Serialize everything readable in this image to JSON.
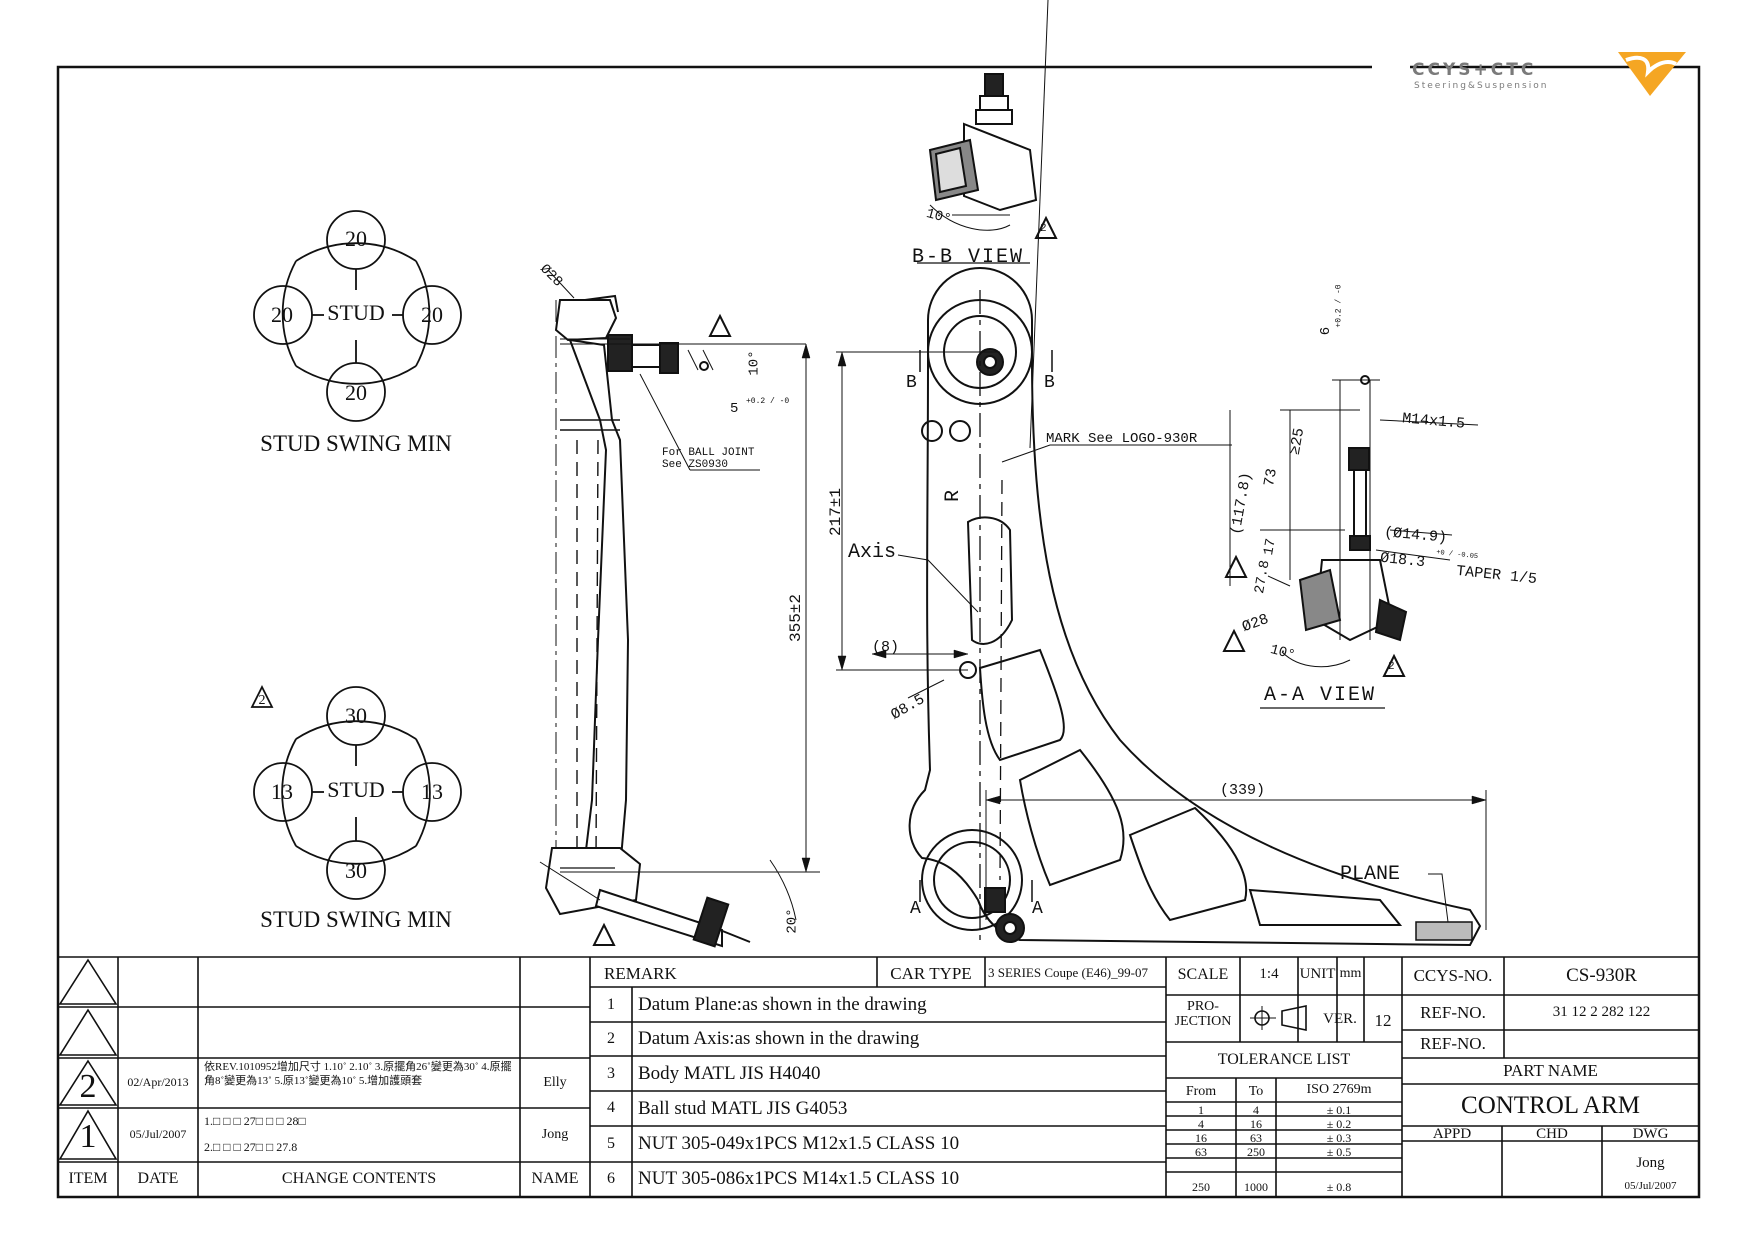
{
  "logo": {
    "text": "CCYS+CTC",
    "tagline": "Steering&Suspension",
    "accent": "#f5a623",
    "text_color": "#7a7a7a"
  },
  "stud_swing_1": {
    "center": "STUD",
    "top": "20",
    "left": "20",
    "right": "20",
    "bottom": "20",
    "caption": "STUD SWING MIN"
  },
  "stud_swing_2": {
    "center": "STUD",
    "top": "30",
    "left": "13",
    "right": "13",
    "bottom": "30",
    "caption": "STUD SWING MIN",
    "rev": "2"
  },
  "views": {
    "bb": "B-B VIEW",
    "aa": "A-A VIEW",
    "rev_bb": "2",
    "rev_aa": "2"
  },
  "dims": {
    "d28_top": "Ø28",
    "deg10_side": "10°",
    "dim5": "5",
    "tol5": "+0.2 / -0",
    "ball_joint_note_1": "For BALL JOINT",
    "ball_joint_note_2": "See ZS0930",
    "deg20_bottom": "20°",
    "d355": "355±2",
    "d217": "217±1",
    "axis": "Axis",
    "mark": "MARK See LOGO-930R",
    "r": "R",
    "b_left": "B",
    "b_right": "B",
    "a_left": "A",
    "a_right": "A",
    "d8": "(8)",
    "d85": "Ø8.5",
    "d339": "(339)",
    "plane": "PLANE",
    "bb_deg": "10°",
    "aa_deg": "10°",
    "d6": "6",
    "tol6": "+0.2 / -0",
    "m14": "M14x1.5",
    "d25": "≥25",
    "d73": "73",
    "d1178": "(117.8)",
    "d278": "27.8",
    "d17": "17",
    "d149": "(Ø14.9)",
    "d183": "Ø18.3",
    "tol183": "+0 / -0.05",
    "taper": "TAPER 1/5",
    "d28_aa": "Ø28"
  },
  "revisions": {
    "header": {
      "item": "ITEM",
      "date": "DATE",
      "changes": "CHANGE CONTENTS",
      "name": "NAME"
    },
    "rows": [
      {
        "item": "",
        "date": "",
        "content": "",
        "name": ""
      },
      {
        "item": "",
        "date": "",
        "content": "",
        "name": ""
      },
      {
        "item": "2",
        "date": "02/Apr/2013",
        "content": "依REV.1010952增加尺寸 1.10˚ 2.10˚ 3.原擺角26˚變更為30˚ 4.原擺角8˚變更為13˚ 5.原13˚變更為10˚ 5.增加護頭套",
        "name": "Elly"
      },
      {
        "item": "1",
        "date": "05/Jul/2007",
        "content": "1.□ □ □ 27□ □ □ 28□",
        "content2": "2.□ □ □ 27□ □ 27.8",
        "name": "Jong"
      }
    ]
  },
  "remarks": {
    "header": "REMARK",
    "car_type_label": "CAR TYPE",
    "car_type": "3 SERIES Coupe (E46)_99-07",
    "items": [
      {
        "no": "1",
        "text": "Datum Plane:as shown in the drawing"
      },
      {
        "no": "2",
        "text": "Datum Axis:as shown in the drawing"
      },
      {
        "no": "3",
        "text": "Body MATL JIS H4040"
      },
      {
        "no": "4",
        "text": "Ball stud MATL JIS G4053"
      },
      {
        "no": "5",
        "text": "NUT 305-049x1PCS M12x1.5 CLASS 10"
      },
      {
        "no": "6",
        "text": "NUT 305-086x1PCS M14x1.5 CLASS 10"
      }
    ]
  },
  "spec": {
    "scale_label": "SCALE",
    "scale": "1:4",
    "unit_label": "UNIT",
    "unit": "mm",
    "projection": "PRO-\nJECTION",
    "ver_label": "VER.",
    "ver": "12",
    "tolerance_title": "TOLERANCE LIST",
    "tol_header": {
      "from": "From",
      "to": "To",
      "iso": "ISO 2769m"
    },
    "tolerances": [
      {
        "from": "1",
        "to": "4",
        "tol": "± 0.1"
      },
      {
        "from": "4",
        "to": "16",
        "tol": "± 0.2"
      },
      {
        "from": "16",
        "to": "63",
        "tol": "± 0.3"
      },
      {
        "from": "63",
        "to": "250",
        "tol": "± 0.5"
      },
      {
        "from": "250",
        "to": "1000",
        "tol": "± 0.8"
      }
    ]
  },
  "title_block": {
    "ccys_label": "CCYS-NO.",
    "ccys": "CS-930R",
    "ref_label": "REF-NO.",
    "ref": "31 12 2 282 122",
    "ref2_label": "REF-NO.",
    "ref2": "",
    "part_name_label": "PART NAME",
    "part_name": "CONTROL ARM",
    "appd": "APPD",
    "chd": "CHD",
    "dwg": "DWG",
    "drawer": "Jong",
    "date": "05/Jul/2007"
  }
}
